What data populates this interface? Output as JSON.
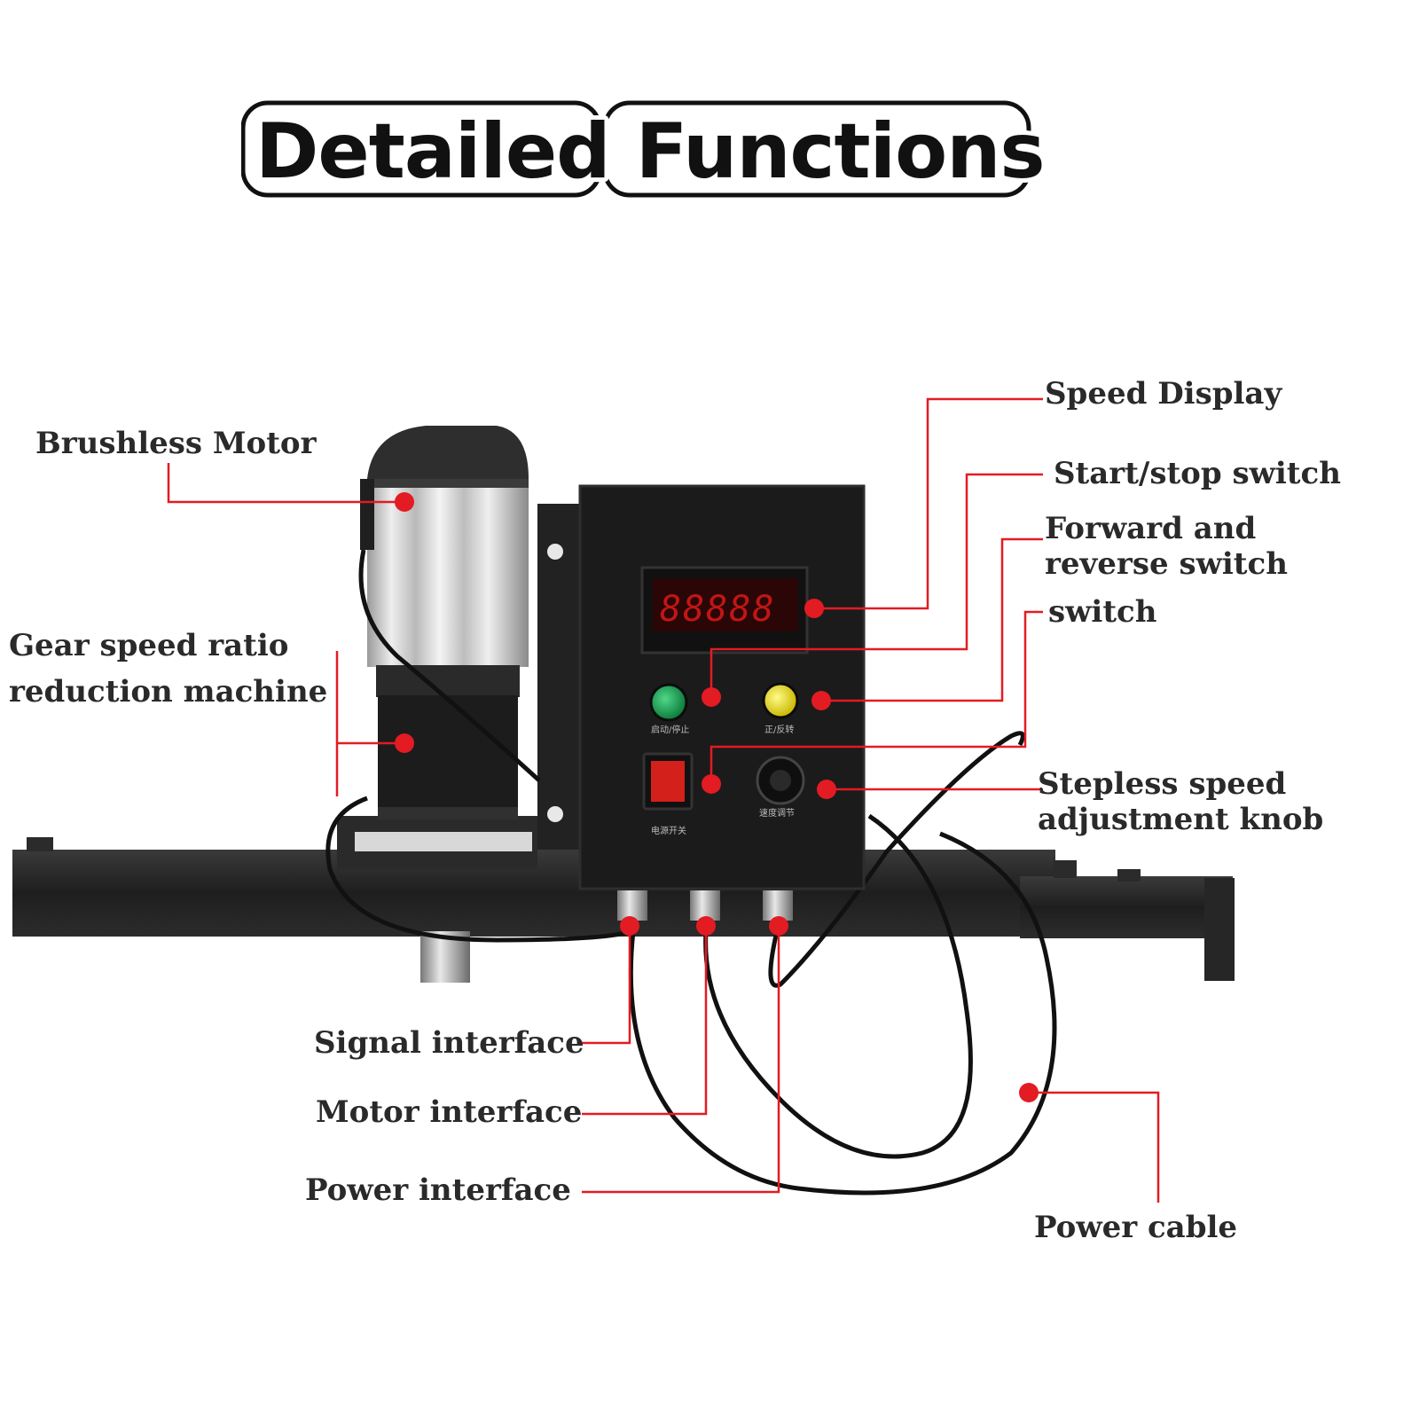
{
  "title": "Detailed Functions",
  "labels": {
    "brushless_motor": "Brushless Motor",
    "gear_line1": "Gear speed ratio",
    "gear_line2": "reduction machine",
    "speed_display": "Speed Display",
    "start_stop": "Start/stop switch",
    "forward_line1": "Forward and",
    "forward_line2": "reverse switch",
    "switch": "switch",
    "stepless_line1": "Stepless speed",
    "stepless_line2": "adjustment knob",
    "signal_interface": "Signal interface",
    "motor_interface": "Motor interface",
    "power_interface": "Power interface",
    "power_cable": "Power cable"
  },
  "panel": {
    "display_digits": "88888",
    "caption_start": "启动/停止",
    "caption_forward": "正/反转",
    "caption_power": "电源开关",
    "caption_speed": "速度调节"
  },
  "colors": {
    "callout": "#e31b23",
    "body": "#1b1b1b",
    "led": "#c21515",
    "green_button": "#14a050",
    "yellow_button": "#f0e010",
    "rocker": "#d4201a"
  }
}
